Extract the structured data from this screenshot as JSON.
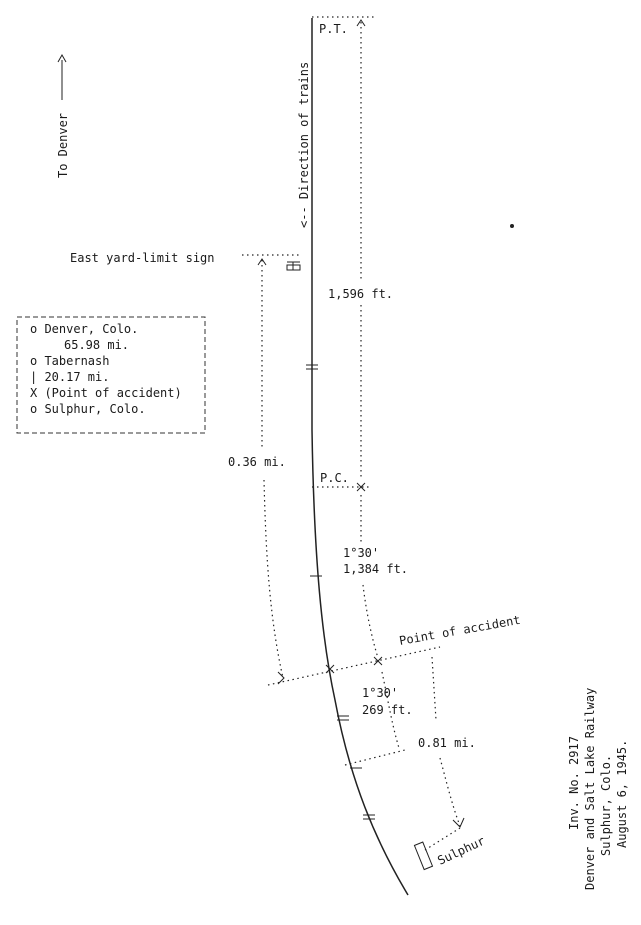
{
  "to_denver": "To Denver",
  "direction_of_trains": "<-- Direction of trains",
  "pt_label": "P.T.",
  "pc_label": "P.C.",
  "east_yard_limit": "East yard-limit sign",
  "dist_1596": "1,596 ft.",
  "dist_036": "0.36 mi.",
  "curve_1": "1°30'",
  "dist_1384": "1,384 ft.",
  "point_of_accident": "Point of accident",
  "curve_2": "1°30'",
  "dist_269": "269 ft.",
  "dist_081": "0.81 mi.",
  "sulphur": "Sulphur",
  "legend": [
    "o Denver, Colo.",
    "65.98 mi.",
    "o Tabernash",
    "| 20.17 mi.",
    "X (Point of accident)",
    "o Sulphur, Colo."
  ],
  "caption": [
    "Inv. No. 2917",
    "Denver and Salt Lake Railway",
    "Sulphur, Colo.",
    "August 6, 1945."
  ]
}
